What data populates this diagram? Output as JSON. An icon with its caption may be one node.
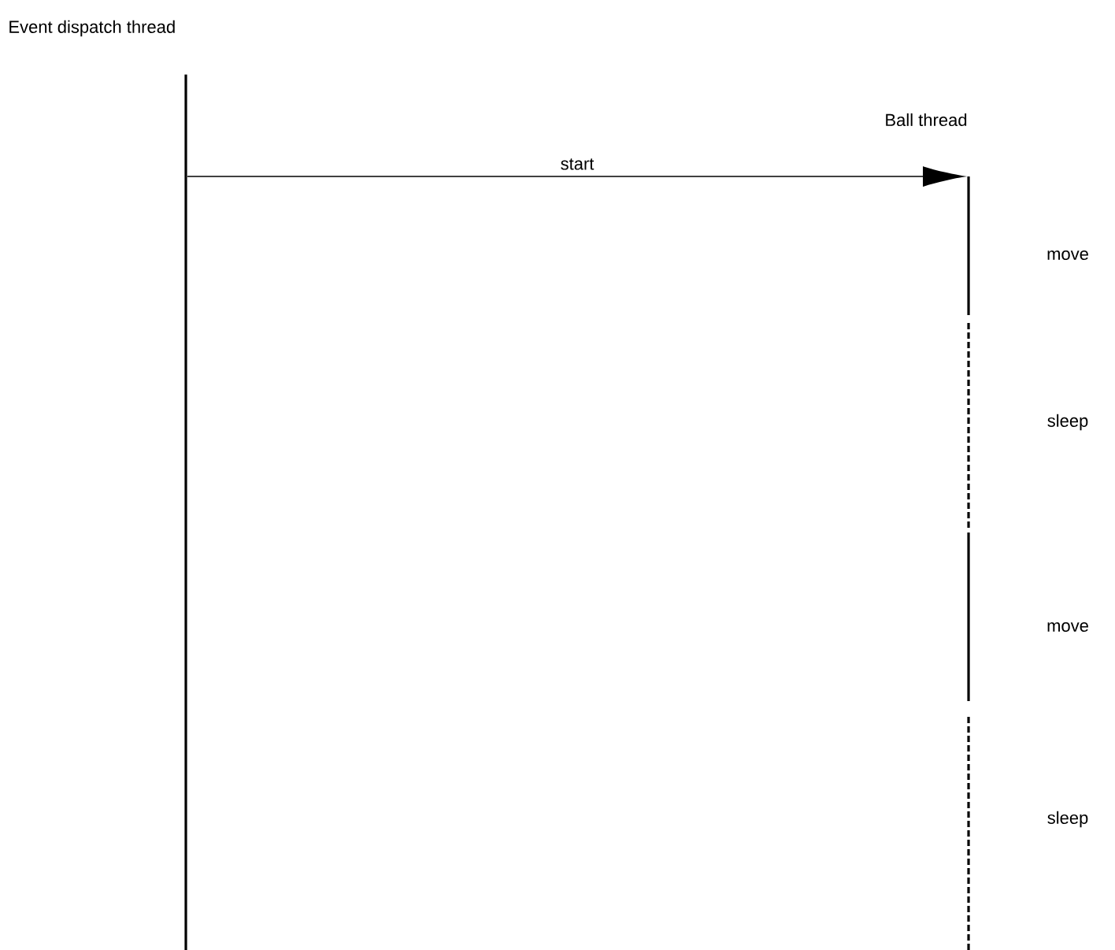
{
  "diagram": {
    "nodes": [
      {
        "text": [
          "Event dispatch thread"
        ]
      },
      {
        "text": [
          "Ball thread"
        ]
      },
      {
        "text": [],
        "shape": "bar"
      },
      {
        "text": [],
        "shape": "bar"
      },
      {
        "text": [],
        "shape": "bar"
      },
      {
        "text": [],
        "shape": "bar"
      }
    ],
    "labels": [
      "move",
      "sleep",
      "move",
      "sleep"
    ],
    "edges": [
      {
        "from": 0,
        "to": 2,
        "arrow": "to",
        "label": "start"
      }
    ]
  }
}
